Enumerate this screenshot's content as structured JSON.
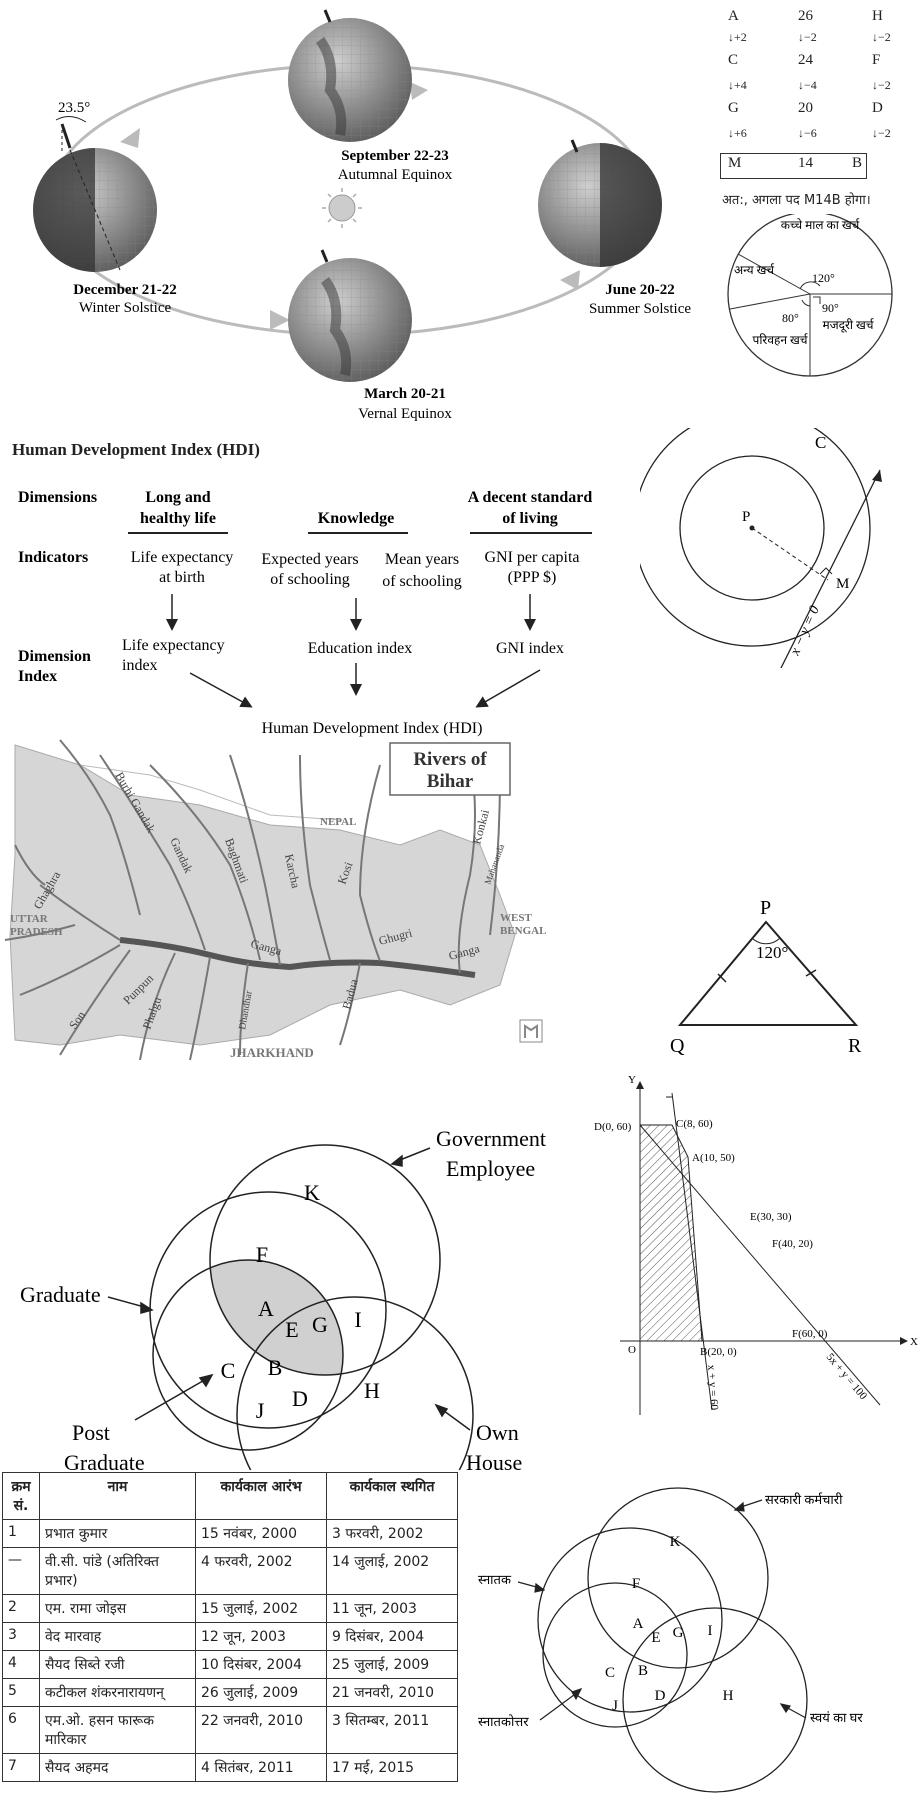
{
  "seasons": {
    "angle_label": "23.5°",
    "sept_date": "September 22-23",
    "sept_name": "Autumnal Equinox",
    "dec_date": "December 21-22",
    "dec_name": "Winter Solstice",
    "june_date": "June 20-22",
    "june_name": "Summer Solstice",
    "march_date": "March 20-21",
    "march_name": "Vernal Equinox"
  },
  "series": {
    "rows": [
      [
        "A",
        "26",
        "H"
      ],
      [
        "C",
        "24",
        "F"
      ],
      [
        "G",
        "20",
        "D"
      ]
    ],
    "arrows": [
      [
        "+2",
        "−2",
        "−2"
      ],
      [
        "+4",
        "−4",
        "−2"
      ],
      [
        "+6",
        "−6",
        "−2"
      ]
    ],
    "answer": [
      "M",
      "14",
      "B"
    ],
    "conclusion": "अत:, अगला पद M14B होगा।"
  },
  "pie": {
    "raw": "कच्चे माल का खर्च",
    "other": "अन्य खर्च",
    "labour": "मजदूरी खर्च",
    "transport": "परिवहन खर्च",
    "a120": "120°",
    "a90": "90°",
    "a80": "80°"
  },
  "hdi": {
    "title": "Human Development Index (HDI)",
    "dimensions_label": "Dimensions",
    "indicators_label": "Indicators",
    "dimindex_label1": "Dimension",
    "dimindex_label2": "Index",
    "d1a": "Long and",
    "d1b": "healthy life",
    "d2": "Knowledge",
    "d3a": "A decent standard",
    "d3b": "of living",
    "i1a": "Life expectancy",
    "i1b": "at birth",
    "i2a": "Expected years",
    "i2b": "of schooling",
    "i3a": "Mean years",
    "i3b": "of schooling",
    "i4a": "GNI per capita",
    "i4b": "(PPP $)",
    "x1a": "Life expectancy",
    "x1b": "index",
    "x2": "Education index",
    "x3": "GNI index",
    "final": "Human Development Index (HDI)"
  },
  "circle_fig": {
    "c": "C",
    "p": "P",
    "m": "M",
    "line": "x − y = 0"
  },
  "map": {
    "title1": "Rivers of",
    "title2": "Bihar",
    "nepal": "NEPAL",
    "up1": "UTTAR",
    "up2": "PRADESH",
    "wb1": "WEST",
    "wb2": "BENGAL",
    "jharkhand": "JHARKHAND",
    "rivers": [
      "Burhi Gandak",
      "Gandak",
      "Baghmati",
      "Karcha",
      "Kosi",
      "Konkai",
      "Mahananda",
      "Ghaghra",
      "Ganga",
      "Ghugri",
      "Ganga",
      "Son",
      "Punpun",
      "Phalgu",
      "Dhandhar",
      "Badua"
    ]
  },
  "triangle": {
    "p": "P",
    "q": "Q",
    "r": "R",
    "angle": "120°"
  },
  "venn_en": {
    "government1": "Government",
    "government2": "Employee",
    "graduate": "Graduate",
    "post1": "Post",
    "post2": "Graduate",
    "own1": "Own",
    "own2": "House",
    "regions": [
      "K",
      "F",
      "A",
      "E",
      "G",
      "I",
      "C",
      "B",
      "J",
      "D",
      "H"
    ]
  },
  "lp": {
    "y": "Y",
    "x": "X",
    "o": "O",
    "d": "D(0, 60)",
    "c": "C(8, 60)",
    "a": "A(10, 50)",
    "e": "E(30, 30)",
    "f1": "F(40, 20)",
    "f2": "F(60, 0)",
    "b": "B(20, 0)",
    "line1": "x + y = 60",
    "line2": "5x + y = 100"
  },
  "table": {
    "headers": [
      "क्रम सं.",
      "नाम",
      "कार्यकाल आरंभ",
      "कार्यकाल स्थगित"
    ],
    "rows": [
      [
        "1",
        "प्रभात कुमार",
        "15 नवंबर, 2000",
        "3 फरवरी, 2002"
      ],
      [
        "—",
        "वी.सी. पांडे (अतिरिक्त प्रभार)",
        "4 फरवरी, 2002",
        "14 जुलाई, 2002"
      ],
      [
        "2",
        "एम. रामा जोइस",
        "15 जुलाई, 2002",
        "11 जून, 2003"
      ],
      [
        "3",
        "वेद मारवाह",
        "12 जून, 2003",
        "9 दिसंबर, 2004"
      ],
      [
        "4",
        "सैयद सिब्ते रजी",
        "10 दिसंबर, 2004",
        "25 जुलाई, 2009"
      ],
      [
        "5",
        "कटीकल शंकरनारायणन्",
        "26 जुलाई, 2009",
        "21 जनवरी, 2010"
      ],
      [
        "6",
        "एम.ओ. हसन फारूक मारिकार",
        "22 जनवरी, 2010",
        "3 सितम्बर, 2011"
      ],
      [
        "7",
        "सैयद अहमद",
        "4 सितंबर, 2011",
        "17 मई, 2015"
      ]
    ]
  },
  "venn_hi": {
    "gov": "सरकारी कर्मचारी",
    "grad": "स्नातक",
    "post": "स्नातकोत्तर",
    "house": "स्वयं का घर",
    "regions": [
      "K",
      "F",
      "A",
      "E",
      "G",
      "I",
      "C",
      "B",
      "J",
      "D",
      "H"
    ]
  }
}
